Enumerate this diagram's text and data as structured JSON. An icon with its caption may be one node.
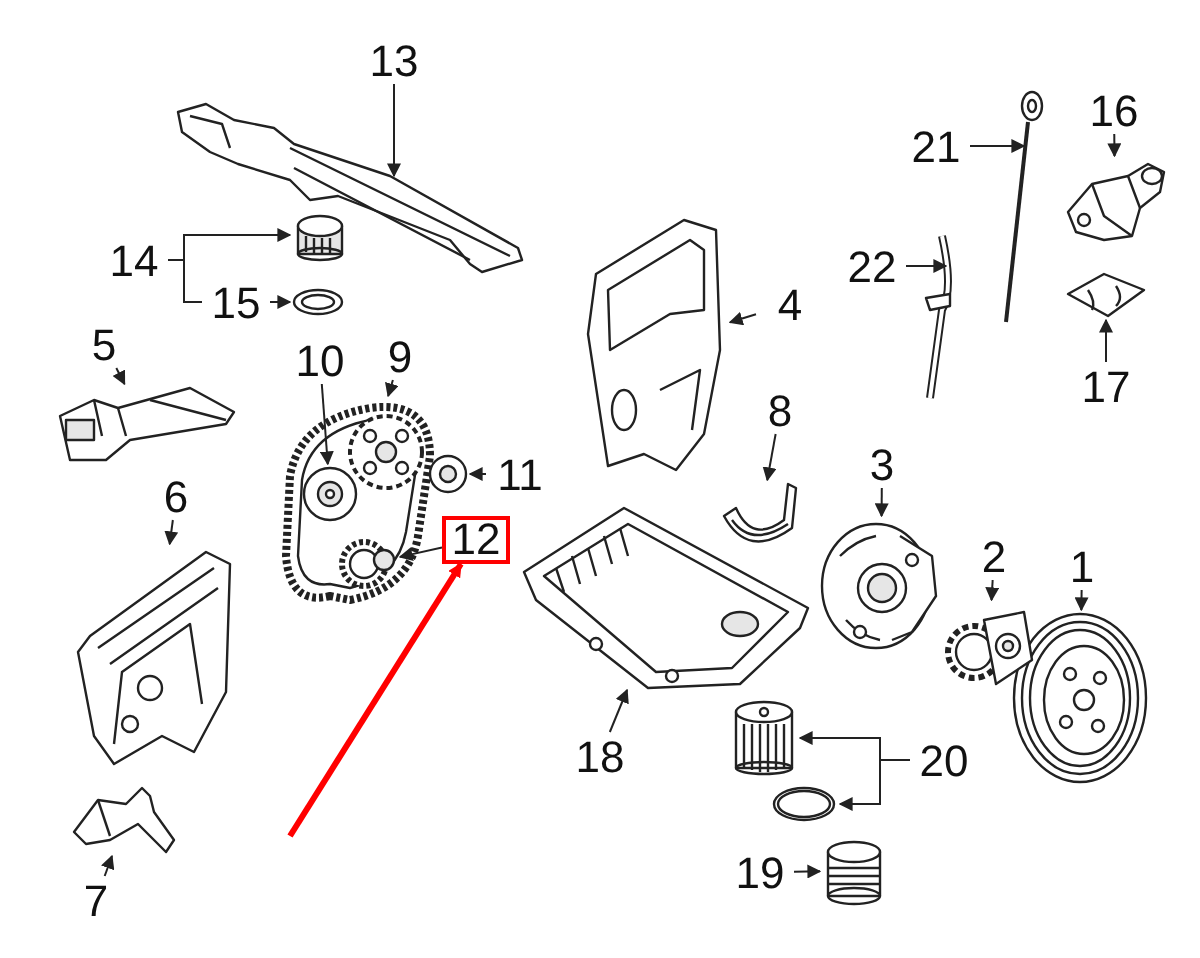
{
  "diagram": {
    "nodes": [
      {
        "text": [
          "1"
        ]
      },
      {
        "text": [
          "2"
        ]
      },
      {
        "text": [
          "3"
        ]
      },
      {
        "text": [
          "4"
        ]
      },
      {
        "text": [
          "5"
        ]
      },
      {
        "text": [
          "6"
        ]
      },
      {
        "text": [
          "7"
        ]
      },
      {
        "text": [
          "8"
        ]
      },
      {
        "text": [
          "9"
        ]
      },
      {
        "text": [
          "10"
        ]
      },
      {
        "text": [
          "11"
        ]
      },
      {
        "text": [
          "12"
        ]
      },
      {
        "text": [
          "13"
        ]
      },
      {
        "text": [
          "14"
        ]
      },
      {
        "text": [
          "15"
        ]
      },
      {
        "text": [
          "16"
        ]
      },
      {
        "text": [
          "17"
        ]
      },
      {
        "text": [
          "18"
        ]
      },
      {
        "text": [
          "19"
        ]
      },
      {
        "text": [
          "20"
        ]
      },
      {
        "text": [
          "21"
        ]
      },
      {
        "text": [
          "22"
        ]
      },
      {
        "text": [],
        "shape": "picture"
      },
      {
        "text": [],
        "shape": "picture"
      },
      {
        "text": [],
        "shape": "picture"
      },
      {
        "text": [],
        "shape": "picture"
      },
      {
        "text": [],
        "shape": "picture"
      },
      {
        "text": [],
        "shape": "picture"
      },
      {
        "text": [],
        "shape": "picture"
      },
      {
        "text": [],
        "shape": "picture"
      },
      {
        "text": [],
        "shape": "picture"
      },
      {
        "text": [],
        "shape": "picture",
        "in": 30
      },
      {
        "text": [],
        "shape": "picture"
      },
      {
        "text": [],
        "shape": "picture",
        "in": 30
      },
      {
        "text": [],
        "shape": "picture"
      },
      {
        "text": [],
        "shape": "picture"
      },
      {
        "text": [],
        "shape": "picture"
      },
      {
        "text": [],
        "shape": "picture"
      },
      {
        "text": [],
        "shape": "picture"
      },
      {
        "text": [],
        "shape": "picture"
      },
      {
        "text": [],
        "shape": "picture"
      },
      {
        "text": [],
        "shape": "picture"
      },
      {
        "text": [],
        "shape": "picture"
      },
      {
        "text": [],
        "shape": "picture"
      },
      {
        "text": [],
        "shape": "picture"
      }
    ],
    "edges": [
      {
        "from": 0,
        "to": 22,
        "arrow": "to"
      },
      {
        "from": 1,
        "to": 23,
        "arrow": "to"
      },
      {
        "from": 2,
        "to": 24,
        "arrow": "to"
      },
      {
        "from": 3,
        "to": 25,
        "arrow": "to"
      },
      {
        "from": 4,
        "to": 26,
        "arrow": "to"
      },
      {
        "from": 5,
        "to": 27,
        "arrow": "to"
      },
      {
        "from": 6,
        "to": 28,
        "arrow": "to"
      },
      {
        "from": 7,
        "to": 29,
        "arrow": "to"
      },
      {
        "from": 8,
        "to": 30,
        "arrow": "to"
      },
      {
        "from": 9,
        "to": 31,
        "arrow": "to"
      },
      {
        "from": 10,
        "to": 32,
        "arrow": "to"
      },
      {
        "from": 11,
        "to": 33,
        "arrow": "to"
      },
      {
        "from": 12,
        "to": 34,
        "arrow": "to"
      },
      {
        "from": 13,
        "to": 35,
        "arrow": "to"
      },
      {
        "from": 13,
        "to": 14,
        "arrow": "none"
      },
      {
        "from": 14,
        "to": 36,
        "arrow": "to"
      },
      {
        "from": 15,
        "to": 37,
        "arrow": "to"
      },
      {
        "from": 16,
        "to": 38,
        "arrow": "to"
      },
      {
        "from": 17,
        "to": 39,
        "arrow": "to"
      },
      {
        "from": 18,
        "to": 40,
        "arrow": "to"
      },
      {
        "from": 19,
        "to": 41,
        "arrow": "to"
      },
      {
        "from": 19,
        "to": 42,
        "arrow": "to"
      },
      {
        "from": 20,
        "to": 43,
        "arrow": "to"
      },
      {
        "from": 21,
        "to": 44,
        "arrow": "to"
      },
      {
        "from": null,
        "to": 11,
        "arrow": "to",
        "color": "#ff0000",
        "style": "thick"
      }
    ]
  }
}
